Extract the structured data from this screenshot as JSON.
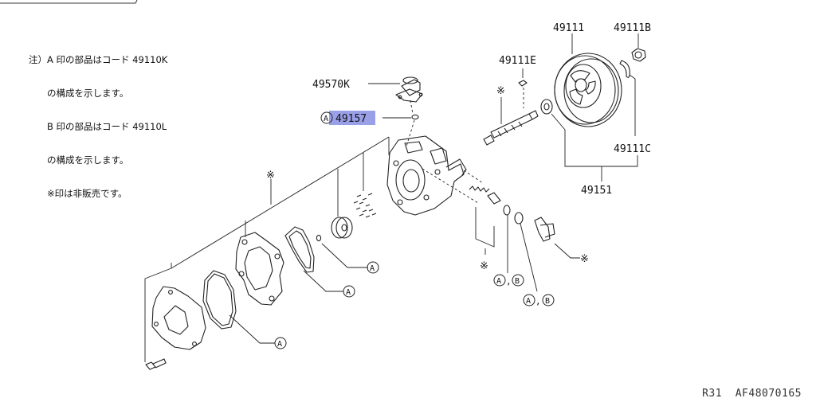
{
  "notes": [
    "注）A 印の部品はコード 49110K",
    "　　の構成を示します。",
    "　　B 印の部品はコード 49110L",
    "　　の構成を示します。",
    "　　※印は非販売です。"
  ],
  "footer": "R31  AF48070165",
  "highlight_color": "#9aa0e8",
  "labels": {
    "p49111": "49111",
    "p49111B": "49111B",
    "p49111E": "49111E",
    "p49570K": "49570K",
    "p49157": "49157",
    "p49111C": "49111C",
    "p49151": "49151",
    "asterisk": "※",
    "A": "A",
    "B": "B",
    "comma": ","
  }
}
